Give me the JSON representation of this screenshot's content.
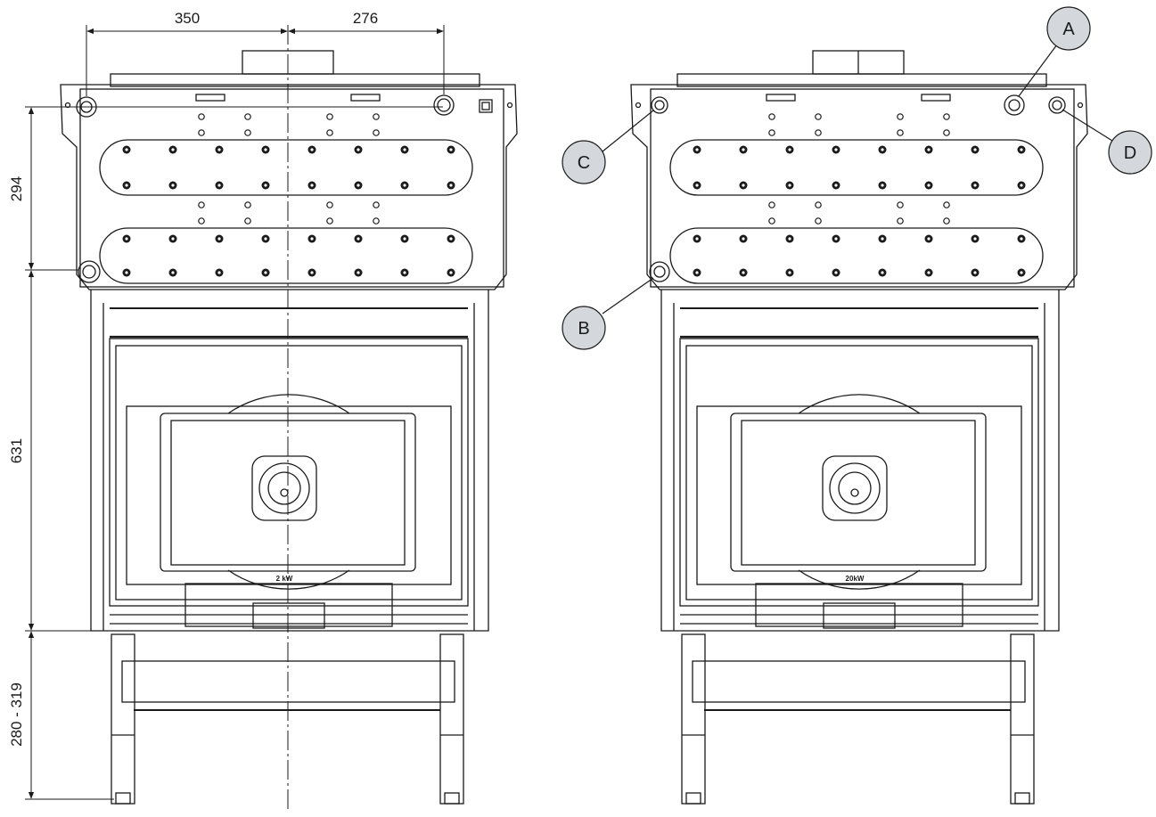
{
  "dimensions": {
    "top_left": "350",
    "top_right": "276",
    "side_top": "294",
    "side_middle": "631",
    "side_bottom": "280 - 319"
  },
  "callouts": {
    "a": "A",
    "b": "B",
    "c": "C",
    "d": "D"
  },
  "plate": {
    "left": "2 kW",
    "right": "20kW"
  }
}
